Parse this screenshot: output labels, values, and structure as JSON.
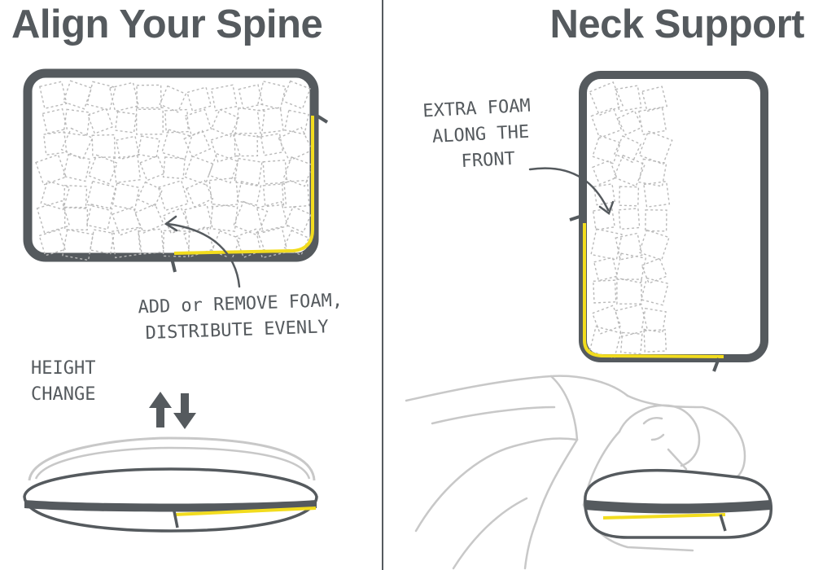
{
  "colors": {
    "stroke": "#555a5e",
    "zipper": "#f2dc1e",
    "foam": "#b9b9b9",
    "sketch": "#c8c8c8"
  },
  "left_panel": {
    "title": "Align Your Spine",
    "foam_note": [
      "ADD or REMOVE FOAM,",
      "DISTRIBUTE EVENLY"
    ],
    "height_note": [
      "HEIGHT",
      "CHANGE"
    ],
    "icons": [
      "arrow-up-icon",
      "arrow-down-icon"
    ]
  },
  "right_panel": {
    "title": "Neck Support",
    "foam_note": [
      "EXTRA FOAM",
      "ALONG THE",
      "FRONT"
    ]
  }
}
